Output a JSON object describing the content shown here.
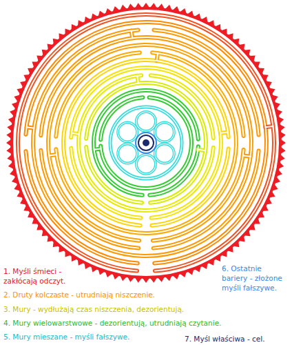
{
  "diagram": {
    "labels": [
      "1. Myśli śmieci - zakłócają odczyt.",
      "2. Druty kolczaste - utrudniają niszczenie.",
      "3. Mury - wydłużają czas niszczenia, dezorientują.",
      "4. Mury wielowarstwowe - dezorientują, utrudniają czytanie.",
      "5. Mury mieszane - myśli fałszywe.",
      "6. Ostatnie bariery - złożone myśli fałszywe.",
      "7. Myśl właściwa - cel."
    ]
  }
}
